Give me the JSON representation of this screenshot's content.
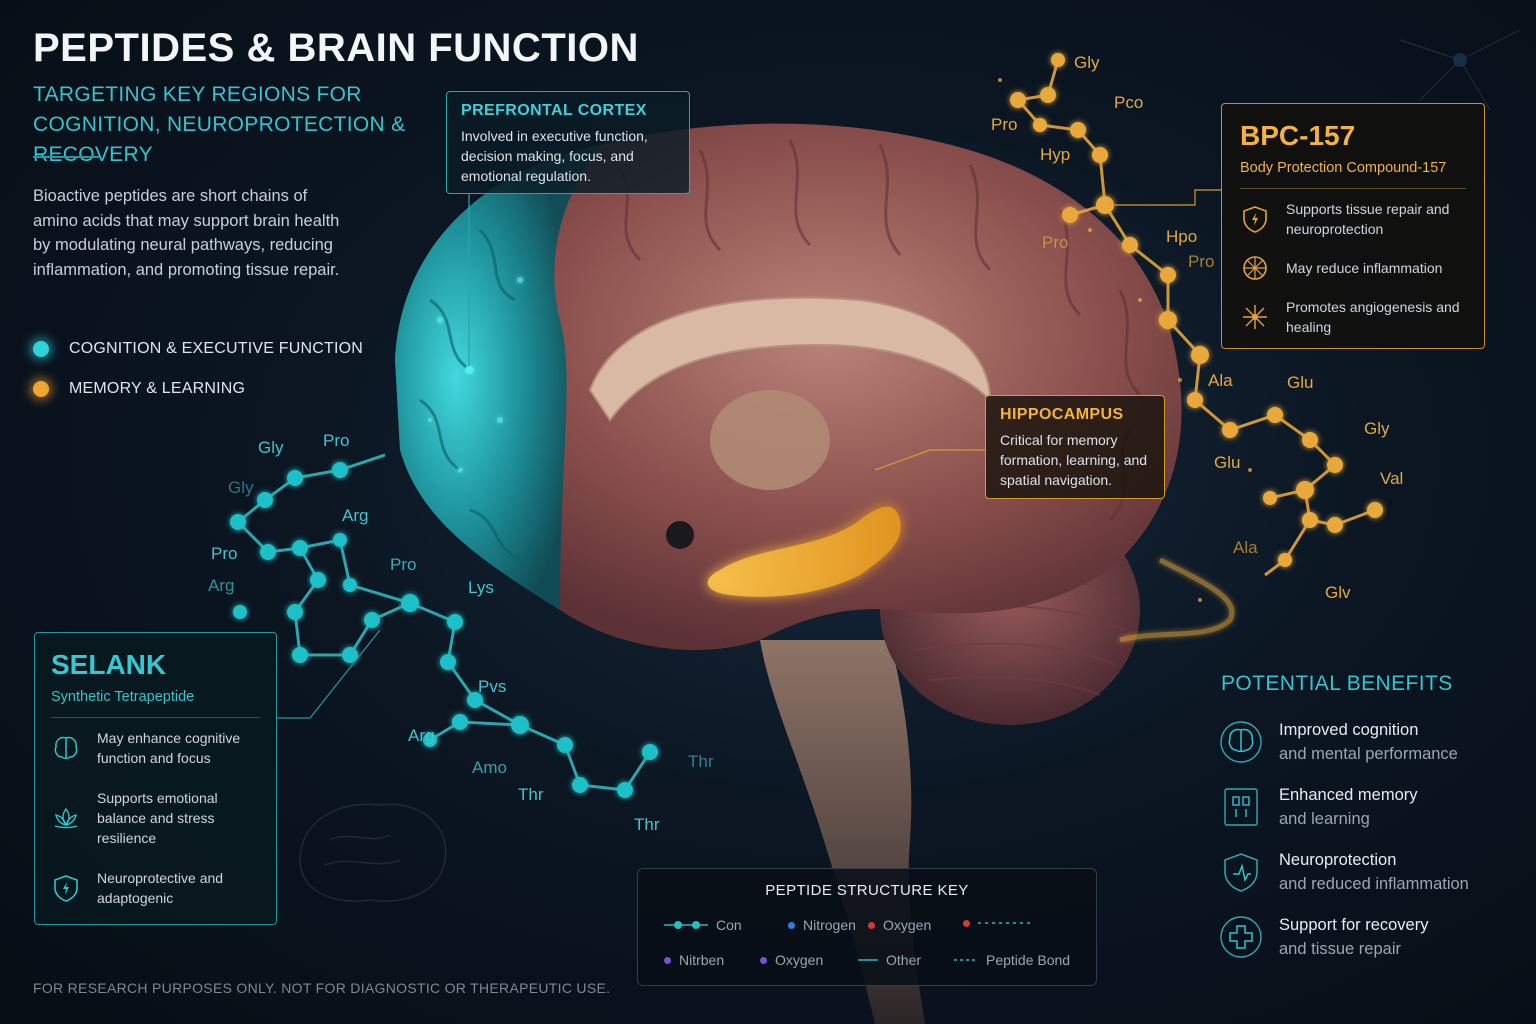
{
  "header": {
    "title": "PEPTIDES & BRAIN FUNCTION",
    "subtitle": "TARGETING KEY REGIONS FOR COGNITION, NEUROPROTECTION & RECOVERY",
    "intro": "Bioactive peptides are short chains of amino acids that may support brain health by modulating neural pathways, reducing inflammation, and promoting tissue repair."
  },
  "legend": [
    {
      "label": "COGNITION & EXECUTIVE FUNCTION",
      "color": "#2fd3db"
    },
    {
      "label": "MEMORY & LEARNING",
      "color": "#f2a431"
    }
  ],
  "callouts": {
    "prefrontal": {
      "title": "PREFRONTAL CORTEX",
      "text": "Involved in executive function, decision making, focus, and emotional regulation."
    },
    "hippocampus": {
      "title": "HIPPOCAMPUS",
      "text": "Critical for memory formation, learning, and spatial navigation."
    }
  },
  "bpc": {
    "name": "BPC-157",
    "subtitle": "Body Protection Compound-157",
    "features": [
      {
        "icon": "shield-icon",
        "text": "Supports tissue repair and neuroprotection"
      },
      {
        "icon": "inflammation-icon",
        "text": "May reduce inflammation"
      },
      {
        "icon": "angiogenesis-icon",
        "text": "Promotes angiogenesis and healing"
      }
    ]
  },
  "selank": {
    "name": "SELANK",
    "subtitle": "Synthetic Tetrapeptide",
    "features": [
      {
        "icon": "brain-icon",
        "text": "May enhance cognitive function and focus"
      },
      {
        "icon": "lotus-icon",
        "text": "Supports emotional balance and stress resilience"
      },
      {
        "icon": "shield-icon",
        "text": "Neuroprotective and adaptogenic"
      }
    ]
  },
  "benefits": {
    "title": "POTENTIAL BENEFITS",
    "items": [
      {
        "icon": "brain-icon",
        "line1": "Improved cognition",
        "line2": "and mental performance"
      },
      {
        "icon": "memory-icon",
        "line1": "Enhanced memory",
        "line2": "and learning"
      },
      {
        "icon": "shield-icon",
        "line1": "Neuroprotection",
        "line2": "and reduced inflammation"
      },
      {
        "icon": "cross-icon",
        "line1": "Support for recovery",
        "line2": "and tissue repair"
      }
    ]
  },
  "structure_key": {
    "title": "PEPTIDE STRUCTURE KEY",
    "row1": [
      "Con",
      "Nitrogen",
      "Oxygen"
    ],
    "row2": [
      "Nitrben",
      "Oxygen",
      "Other",
      "Peptide Bond"
    ]
  },
  "amino_labels_teal": [
    "Gly",
    "Pro",
    "Gly",
    "Arg",
    "Pro",
    "Arg",
    "Pro",
    "Lys",
    "Pvs",
    "Arg",
    "Amo",
    "Thr",
    "Thr",
    "Thr"
  ],
  "amino_labels_gold": [
    "Gly",
    "Pco",
    "Pro",
    "Hyp",
    "Pro",
    "Hpo",
    "Pro",
    "Ala",
    "Glu",
    "Gly",
    "Glu",
    "Val",
    "Ala",
    "Glv"
  ],
  "footer": "FOR RESEARCH PURPOSES ONLY. NOT FOR DIAGNOSTIC OR THERAPEUTIC USE."
}
